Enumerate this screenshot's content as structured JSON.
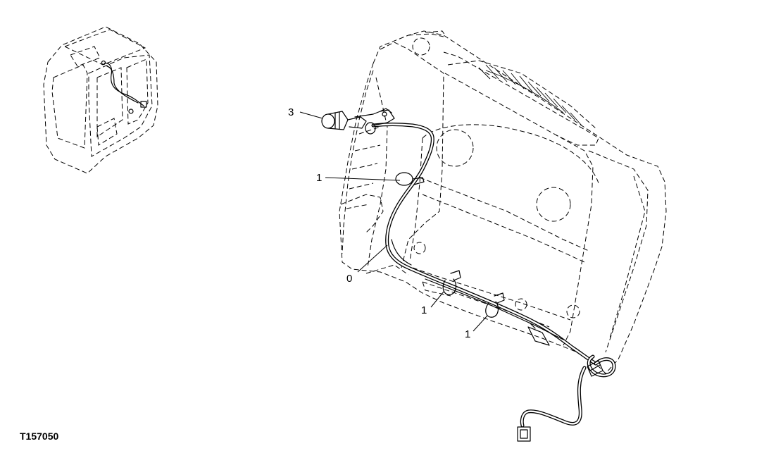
{
  "figure_id": "T157050",
  "callouts": [
    {
      "id": "part-3",
      "text": "3"
    },
    {
      "id": "part-1-upper",
      "text": "1"
    },
    {
      "id": "part-0",
      "text": "0"
    },
    {
      "id": "part-1-middle",
      "text": "1"
    },
    {
      "id": "part-1-lower",
      "text": "1"
    }
  ]
}
